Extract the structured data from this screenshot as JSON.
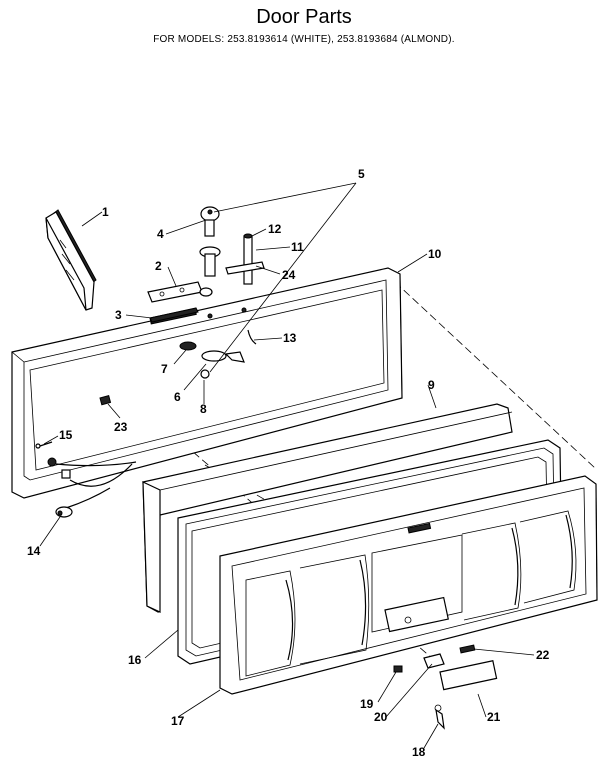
{
  "header": {
    "title": "Door Parts",
    "subtitle": "FOR MODELS:  253.8193614 (WHITE), 253.8193684 (ALMOND)."
  },
  "callouts": [
    "1",
    "2",
    "3",
    "4",
    "5",
    "6",
    "7",
    "8",
    "9",
    "10",
    "11",
    "12",
    "13",
    "14",
    "15",
    "16",
    "17",
    "18",
    "19",
    "20",
    "21",
    "22",
    "23",
    "24"
  ]
}
